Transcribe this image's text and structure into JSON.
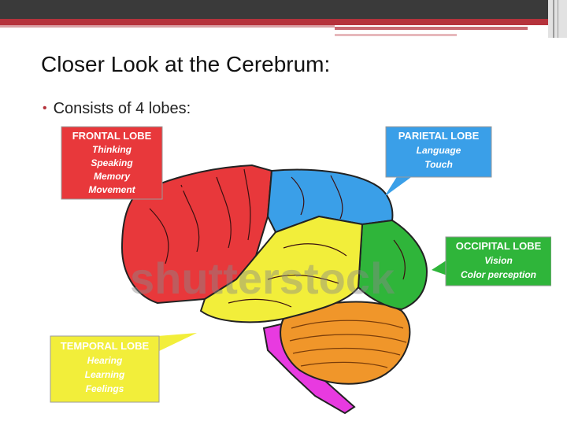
{
  "slide": {
    "title": "Closer Look at the Cerebrum:",
    "bullet": "Consists of 4 lobes:"
  },
  "watermark": "shutterstock",
  "callouts": {
    "frontal": {
      "heading": "FRONTAL LOBE",
      "lines": [
        "Thinking",
        "Speaking",
        "Memory",
        "Movement"
      ]
    },
    "parietal": {
      "heading": "PARIETAL LOBE",
      "lines": [
        "Language",
        "Touch"
      ]
    },
    "occipital": {
      "heading": "OCCIPITAL LOBE",
      "lines": [
        "Vision",
        "Color perception"
      ]
    },
    "temporal": {
      "heading": "TEMPORAL LOBE",
      "lines": [
        "Hearing",
        "Learning",
        "Feelings"
      ]
    }
  },
  "colors": {
    "frontal": "#e8383b",
    "parietal": "#3a9fe8",
    "occipital": "#2fb53a",
    "temporal": "#f2ee3a",
    "cerebellum": "#f0962a",
    "brainstem": "#e83ae0",
    "accent": "#b5333c"
  }
}
